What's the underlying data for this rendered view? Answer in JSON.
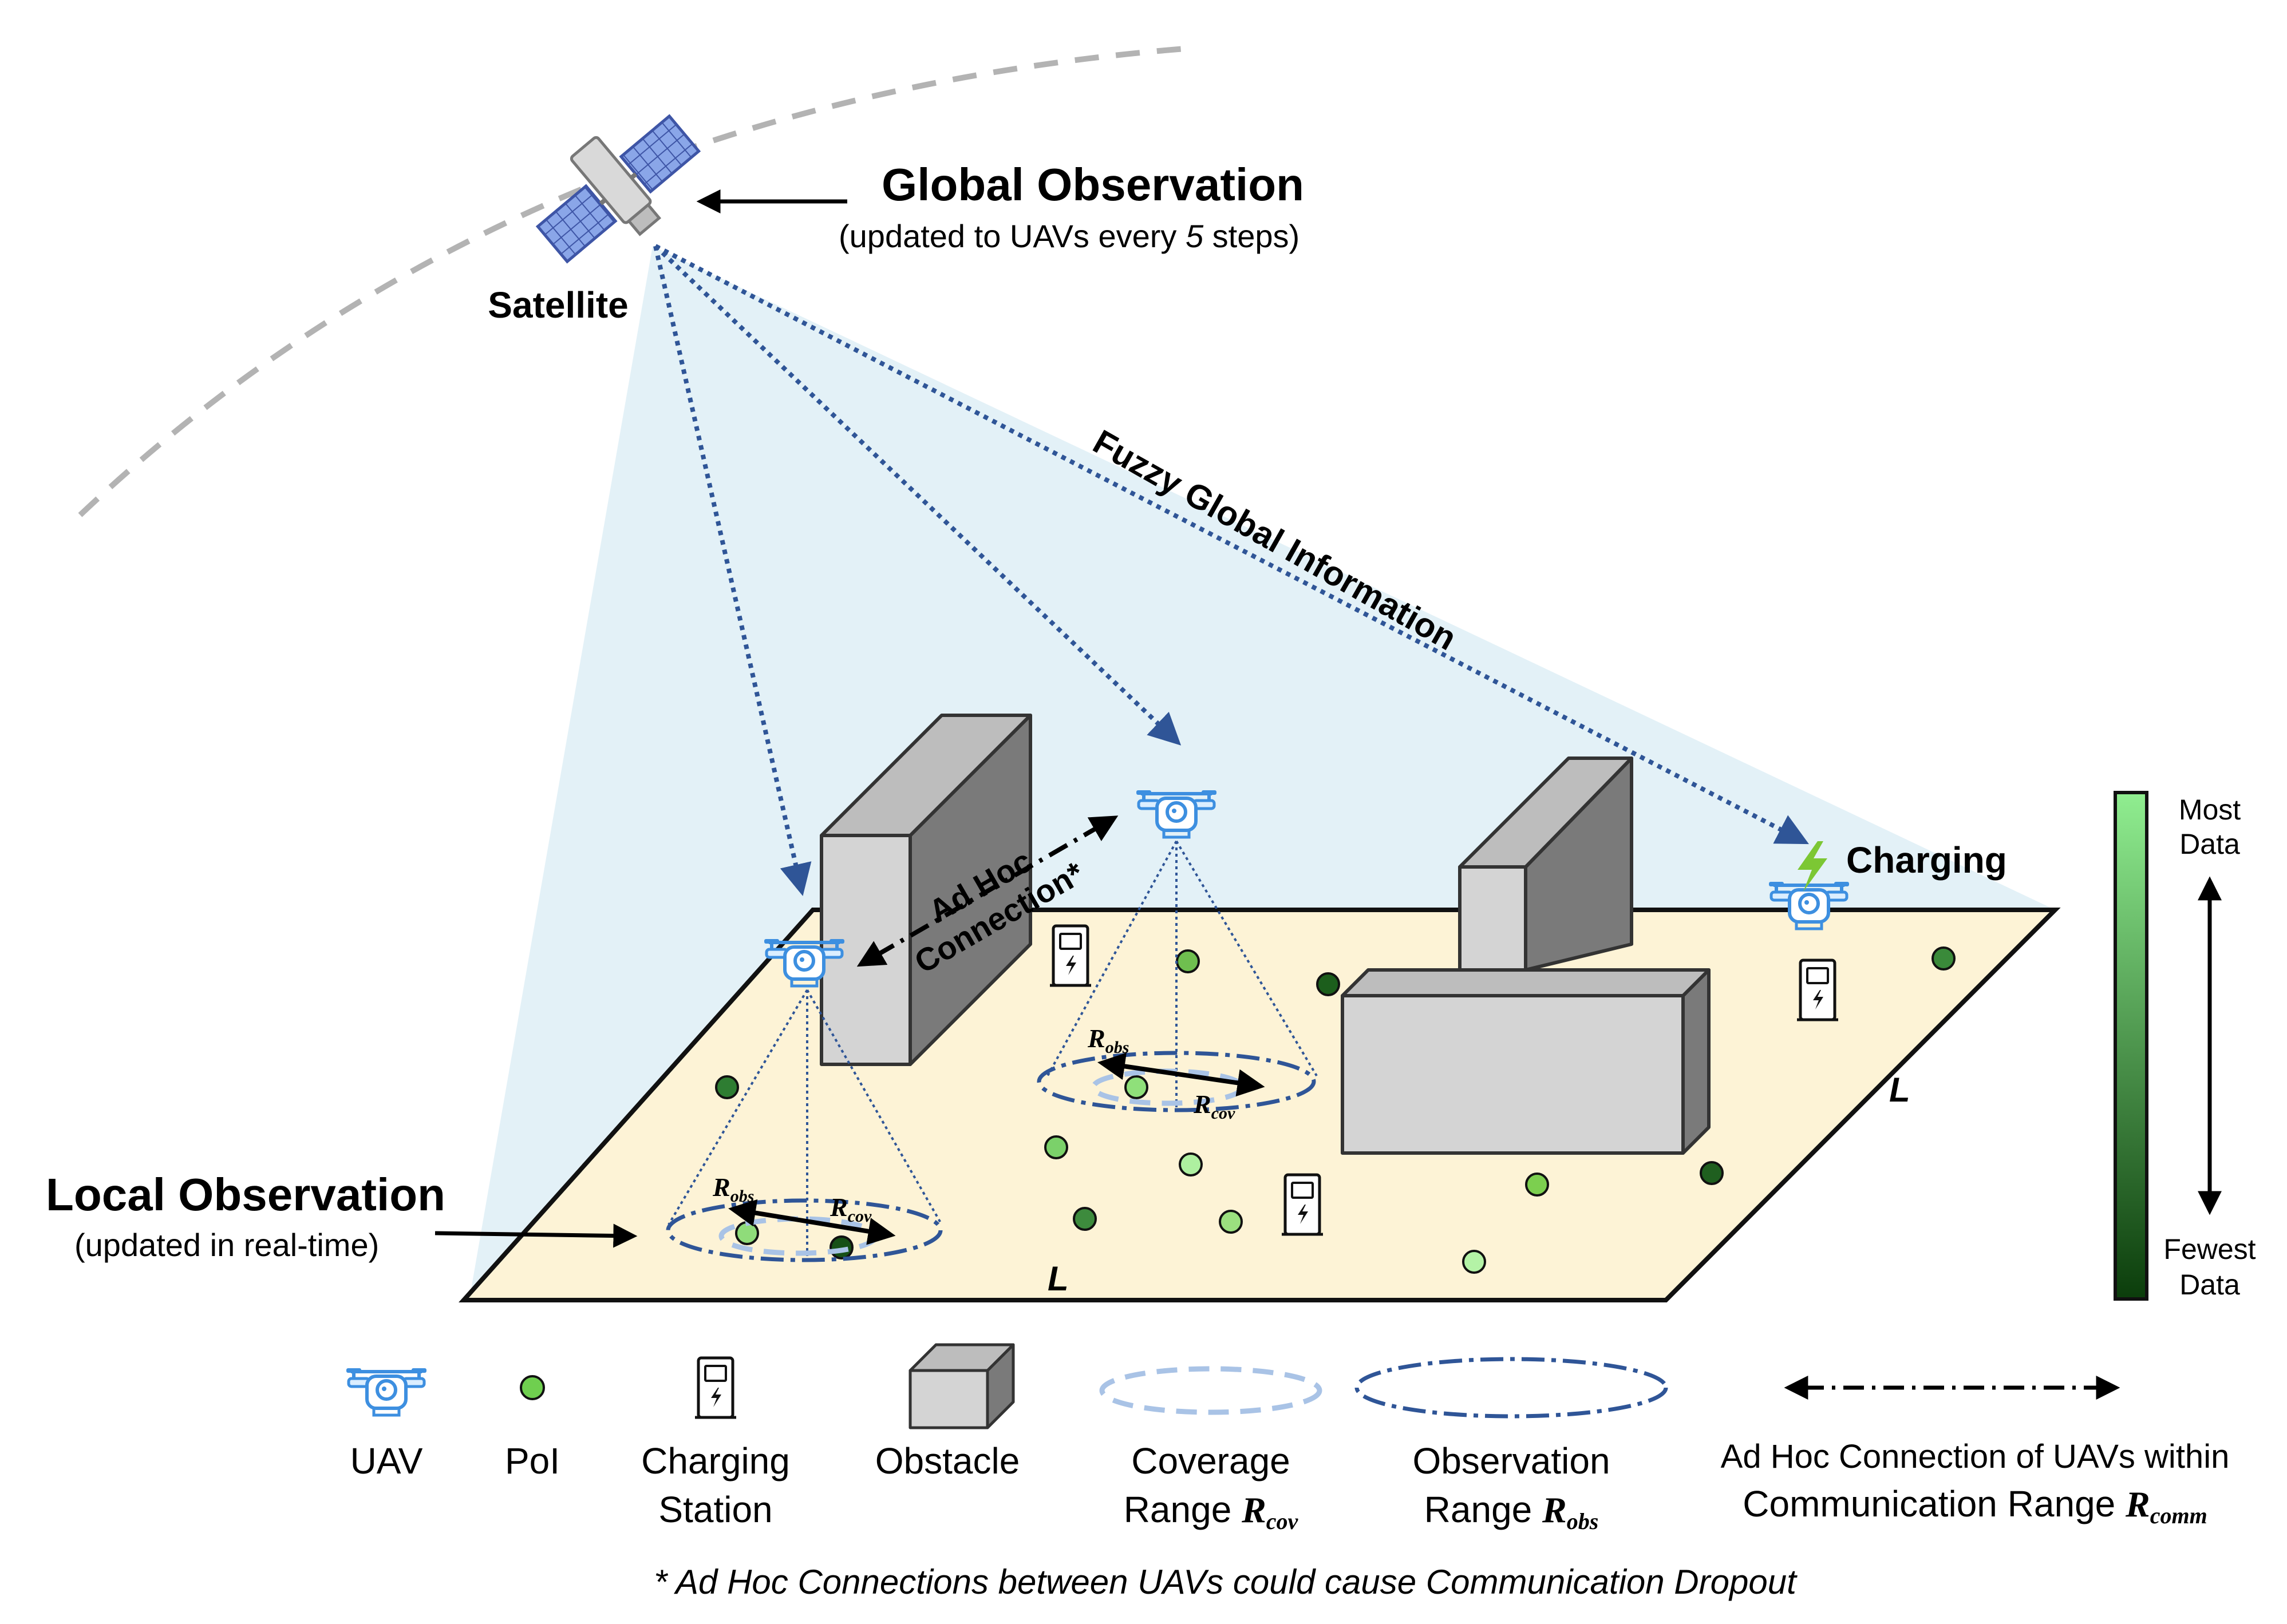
{
  "labels": {
    "satellite": "Satellite",
    "global_title": "Global Observation",
    "global_sub_pre": "(updated to UAVs every ",
    "global_sub_num": "5",
    "global_sub_post": " steps)",
    "fuzzy": "Fuzzy Global Information",
    "adhoc_line1": "Ad Hoc",
    "adhoc_line2": "Connection*",
    "charging": "Charging",
    "local_title": "Local Observation",
    "local_sub": "(updated in real-time)",
    "side_L_right": "L",
    "side_L_bottom": "L",
    "r_symbol": "R",
    "obs_sub": "obs",
    "cov_sub": "cov",
    "comm_sub": "comm"
  },
  "colorbar": {
    "top_line1": "Most",
    "top_line2": "Data",
    "bottom_line1": "Fewest",
    "bottom_line2": "Data",
    "color_top": "#90ee90",
    "color_bottom": "#0b3d0b"
  },
  "legend": {
    "uav": "UAV",
    "poi": "PoI",
    "charging_line1": "Charging",
    "charging_line2": "Station",
    "obstacle": "Obstacle",
    "coverage_line1": "Coverage",
    "coverage_line2": "Range ",
    "observation_line1": "Observation",
    "observation_line2": "Range ",
    "adhoc_line1": "Ad Hoc Connection of UAVs within",
    "adhoc_line2": "Communication Range "
  },
  "footnote": "* Ad Hoc Connections between UAVs could cause Communication Dropout",
  "colors": {
    "ground": "#fdf3d6",
    "beam": "#e3f1f7",
    "uav": "#3d8fe0",
    "link": "#2f5597",
    "obstacle": "#d4d4d4"
  },
  "icons": [
    "satellite-icon",
    "uav-icon",
    "poi-icon",
    "charging-station-icon",
    "obstacle-icon",
    "lightning-icon"
  ]
}
